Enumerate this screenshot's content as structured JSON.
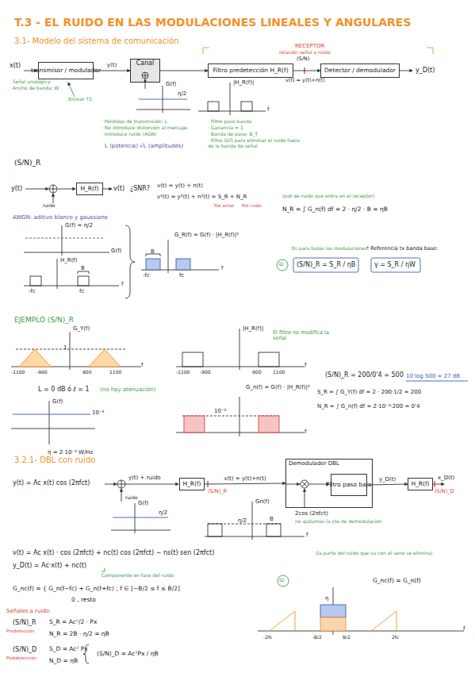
{
  "diagram": {
    "title": "T.3 - EL RUIDO EN LAS MODULACIONES LINEALES Y ANGULARES",
    "nodes": [
      {
        "text": [
          "transmisor / modulador"
        ]
      },
      {
        "text": [
          "Canal"
        ]
      },
      {
        "text": [
          "Filtro predetección H_R(f)"
        ]
      },
      {
        "text": [
          "Detector / demodulador"
        ]
      },
      {
        "text": [
          "H_R(f)"
        ]
      },
      {
        "text": [
          "H_R(f)"
        ]
      },
      {
        "text": [
          "Demodulador DBL"
        ]
      },
      {
        "text": [
          "Filtro paso bajo"
        ],
        "in": 6
      },
      {
        "text": [
          "H_R(f)"
        ]
      }
    ],
    "edges": [
      {
        "from": 0,
        "to": 1,
        "arrow": "to",
        "label": "y(t)"
      },
      {
        "from": 1,
        "to": 2,
        "arrow": "to"
      },
      {
        "from": 2,
        "to": 3,
        "arrow": "to"
      },
      {
        "from": 5,
        "to": 6,
        "arrow": "to",
        "label": "v(t) = y(t)+n(t)"
      },
      {
        "from": 7,
        "to": 8,
        "arrow": "to",
        "label": "y_D(t)"
      }
    ],
    "labels": [
      "3.1- Modelo del sistema de comunicación",
      "x(t)",
      "· Señal analógica",
      "· Ancho de banda: W",
      "Emisor T2",
      "G(f)",
      "η/2",
      "RECEPTOR",
      "relación señal a ruido",
      "(S/N)",
      "v(t) = y(t)+n(t)",
      "y_D(t)",
      "· Pérdidas de transmisión: L",
      "· No introduce distorsión al mensaje",
      "· Introduce ruido (AGN)",
      "L (potencia)  √L (amplitudes)",
      "|H_R(f)|",
      "f",
      "· Filtro paso banda",
      "· Ganancia = 1",
      "· Banda de paso: B_T",
      "· Filtro G(f) para eliminar el ruido fuera de la banda de señal",
      "(S/N)_R",
      "y(t)",
      "ruido",
      "v(t)",
      "¿SNR?",
      "AWGN: aditivo blanco y gaussiano",
      "G(f) = η/2",
      "G(f)",
      "H_R(f)",
      "B",
      "-fc",
      "fc",
      "f",
      "v(t) = y(t) + n(t)",
      "v²(t) = y²(t) + n²(t) = S_R + N_R",
      "Pot señal",
      "Pot ruido",
      "G_R(f) = G(f) · |H_R(f)|²",
      "B",
      "-fc",
      "fc",
      "f",
      "(pot de ruido que entra en el receptor)",
      "N_R = ∫ G_n(f) df = 2 · η/2 · B = ηB",
      "Es para todas las modulaciones:",
      "ID",
      "(S/N)_R = S_R / ηB",
      "* Referencia tx banda base:",
      "γ = S_R / ηW",
      "EJEMPLO (S/N)_R",
      "G_Y(f)",
      "1",
      "-1100",
      "-900",
      "900",
      "1100",
      "f",
      "|H_R(f)|",
      "El filtro no modifica la señal",
      "-1100",
      "-900",
      "900",
      "1100",
      "f",
      "L = 0 dB ó ℓ = 1",
      "(no hay atenuación)",
      "G(f)",
      "10⁻³",
      "η = 2·10⁻³ W/Hz",
      "G_n(f) = G(f) · |H_R(f)|²",
      "10⁻³",
      "f",
      "(S/N)_R = 200/0'4 = 500",
      "10·log 500 = 27 dB",
      "S_R = ∫ G_Y(f) df = 2 · 200·1/2 = 200",
      "N_R = ∫ G_n(f) df = 2·10⁻³·200 = 0'4",
      "3.2.1- DBL con ruido",
      "y(t) = Ac x(t) cos (2πfct)",
      "y(t) + ruido",
      "ruido",
      "(S/N)_R",
      "2cos (2πfct)",
      "no quitamos la cte de demodulación",
      "x_D(t)",
      "(S/N)_D",
      "G(f)",
      "η/2",
      "Gn(f)",
      "η/2",
      "B",
      "f",
      "v(t) = Ac x(t) · cos (2πfct) + nc(t) cos (2πfct) − ns(t) sen (2πfct)",
      "(la parte del ruido que va con el seno se elimina)",
      "y_D(t) = Ac·x(t) + nc(t)",
      "Componente en fase del ruido",
      "G_nc(f) = { G_n(f−fc) + G_n(f+fc) ; f ∈ [−B/2 ≤ f ≤ B/2]",
      "0 , resto",
      "ID",
      "G_nc(f) = G_n(f)",
      "η",
      "-2fc",
      "-B/2",
      "B/2",
      "2fc",
      "f",
      "Señales a ruido:",
      "(S/N)_R",
      "Predetección",
      "S_R = Ac²/2 · Px",
      "N_R = 2B · η/2 = ηB",
      "(S/N)_D",
      "Postdetección",
      "S_D = Ac² Px",
      "N_D = ηB",
      "(S/N)_D = Ac²Px / ηB"
    ]
  }
}
